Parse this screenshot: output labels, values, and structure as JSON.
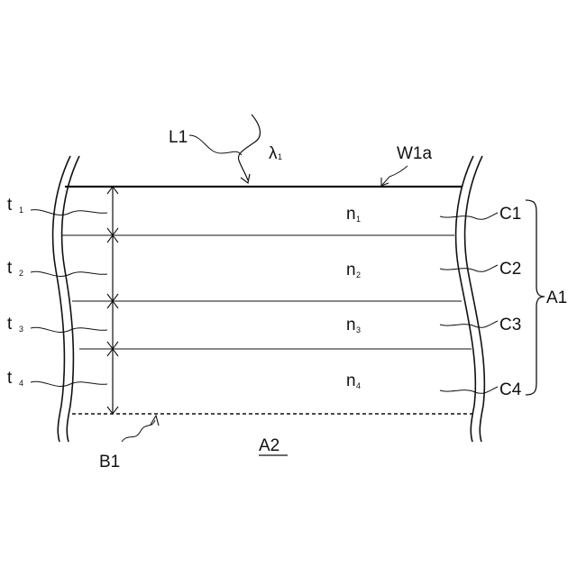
{
  "labels": {
    "L1": "L1",
    "lambda": "λ",
    "lambda_sub": "1",
    "W1a": "W1a",
    "A1": "A1",
    "A2": "A2",
    "B1": "B1",
    "thickness": [
      {
        "base": "t",
        "sub": "1"
      },
      {
        "base": "t",
        "sub": "2"
      },
      {
        "base": "t",
        "sub": "3"
      },
      {
        "base": "t",
        "sub": "4"
      }
    ],
    "index": [
      {
        "base": "n",
        "sub": "1"
      },
      {
        "base": "n",
        "sub": "2"
      },
      {
        "base": "n",
        "sub": "3"
      },
      {
        "base": "n",
        "sub": "4"
      }
    ],
    "layers": [
      "C1",
      "C2",
      "C3",
      "C4"
    ]
  }
}
